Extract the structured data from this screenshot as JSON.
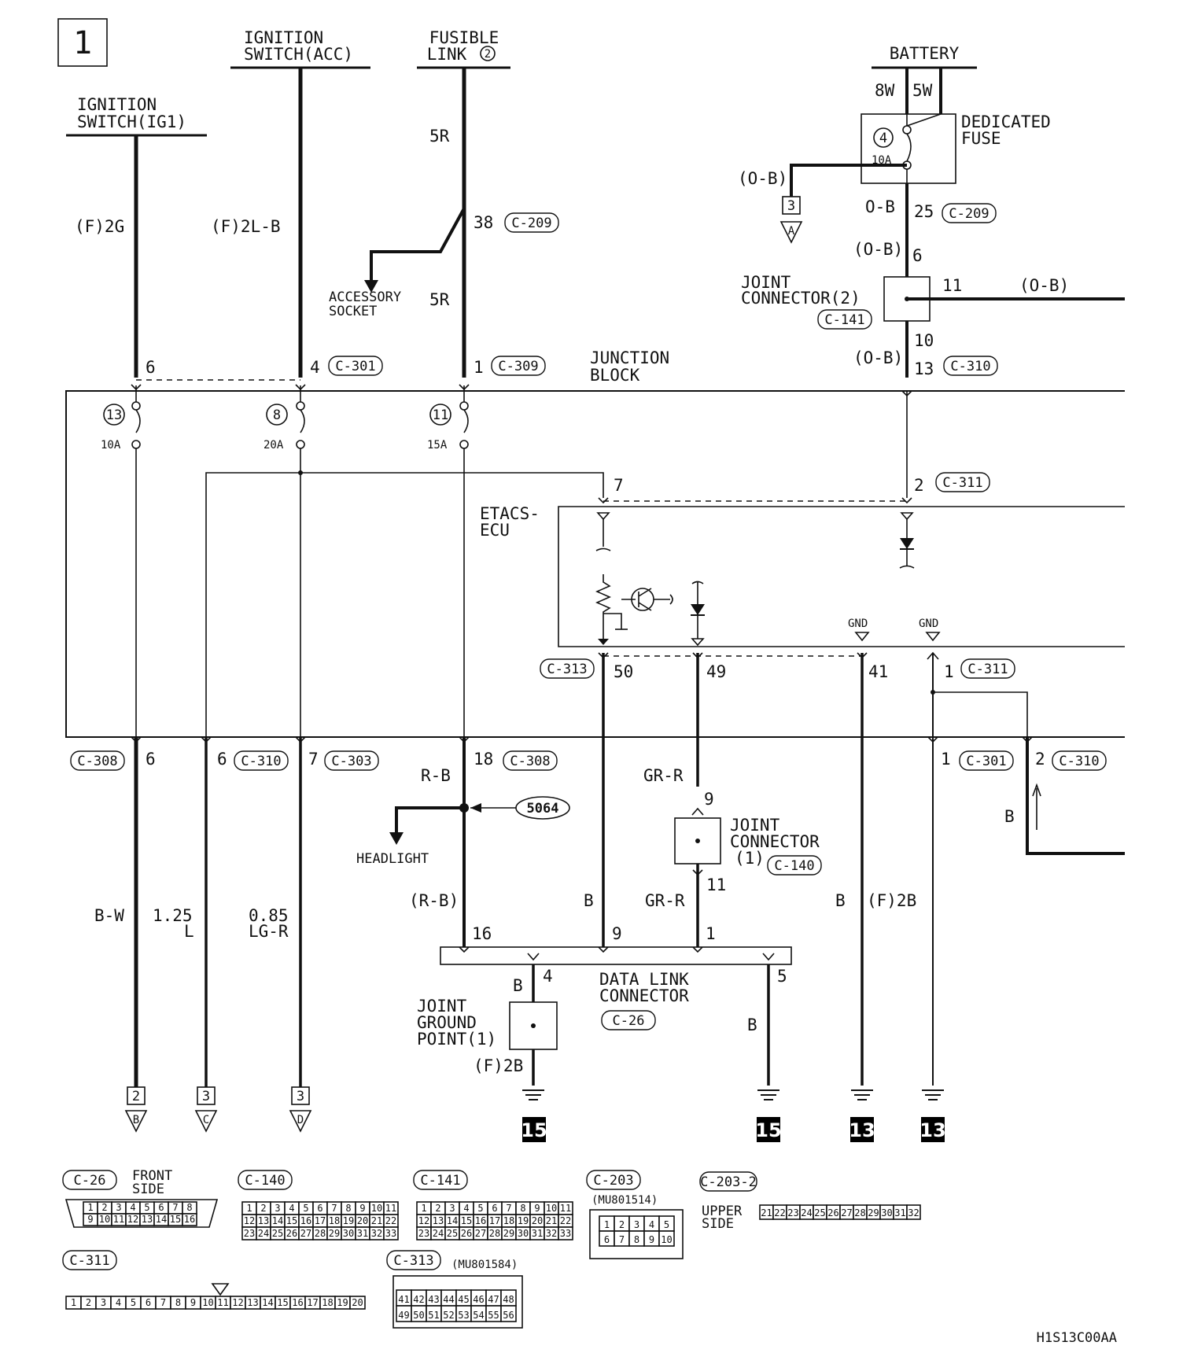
{
  "page_number": "1",
  "diagram_code": "H1S13C00AA",
  "sources": {
    "ignition_ig1": "IGNITION\nSWITCH(IG1)",
    "ignition_acc": "IGNITION\nSWITCH(ACC)",
    "fusible_link_line1": "FUSIBLE",
    "fusible_link_line2": "LINK",
    "fusible_link_num": "2",
    "battery": "BATTERY"
  },
  "wires": {
    "ig1_top": "(F)2G",
    "acc_top": "(F)2L-B",
    "fl_top": "5R",
    "fl_mid": "5R",
    "batt_8w": "8W",
    "batt_5w": "5W",
    "ob_left": "(O-B)",
    "ob_25": "O-B",
    "ob_6": "(O-B)",
    "ob_11": "(O-B)",
    "ob_13": "(O-B)",
    "rb": "R-B",
    "rb_lower": "(R-B)",
    "grr_upper": "GR-R",
    "grr_lower": "GR-R",
    "bw": "B-W",
    "l_size": "1.25",
    "l_color": "L",
    "lgr_size": "0.85",
    "lgr_color": "LG-R",
    "b_9": "B",
    "b_41": "B",
    "f2b_41": "(F)2B",
    "b_4": "B",
    "f2b_4": "(F)2B",
    "b_5": "B",
    "b_310": "B"
  },
  "components": {
    "dedicated_fuse": "DEDICATED\nFUSE",
    "dedicated_fuse_num": "4",
    "dedicated_fuse_amp": "10A",
    "accessory_socket": "ACCESSORY\nSOCKET",
    "joint_connector_2": "JOINT\nCONNECTOR(2)",
    "junction_block": "JUNCTION\nBLOCK",
    "etacs_ecu": "ETACS-\nECU",
    "gnd1": "GND",
    "gnd2": "GND",
    "headlight": "HEADLIGHT",
    "splice": "5064",
    "joint_connector_1_a": "JOINT",
    "joint_connector_1_b": "CONNECTOR",
    "joint_connector_1_c": "(1)",
    "data_link": "DATA LINK\nCONNECTOR",
    "joint_ground": "JOINT\nGROUND\nPOINT(1)",
    "fuse13": "13",
    "fuse13_amp": "10A",
    "fuse8": "8",
    "fuse8_amp": "20A",
    "fuse11": "11",
    "fuse11_amp": "15A"
  },
  "connectors": {
    "c209": "C-209",
    "c209b": "C-209",
    "c141": "C-141",
    "c301": "C-301",
    "c301b": "C-301",
    "c309": "C-309",
    "c310": "C-310",
    "c310b": "C-310",
    "c310c": "C-310",
    "c311": "C-311",
    "c311b": "C-311",
    "c313": "C-313",
    "c308": "C-308",
    "c308b": "C-308",
    "c303": "C-303",
    "c140": "C-140",
    "c26": "C-26"
  },
  "pins": {
    "p38": "38",
    "p25": "25",
    "p6": "6",
    "p11": "11",
    "p10": "10",
    "p13": "13",
    "p6_ig1": "6",
    "p4": "4",
    "p1": "1",
    "p7": "7",
    "p2": "2",
    "p50": "50",
    "p49": "49",
    "p41": "41",
    "p1_311": "1",
    "p6_308": "6",
    "p6_310": "6",
    "p7_303": "7",
    "p18": "18",
    "p9_jc": "9",
    "p11_jc": "11",
    "p1_301": "1",
    "p2_310": "2",
    "p16": "16",
    "p9_dlc": "9",
    "p1_dlc": "1",
    "p4_dlc": "4",
    "p5_dlc": "5"
  },
  "offpage": [
    {
      "num": "3",
      "letter": "A"
    },
    {
      "num": "2",
      "letter": "B"
    },
    {
      "num": "3",
      "letter": "C"
    },
    {
      "num": "3",
      "letter": "D"
    }
  ],
  "grounds": [
    "15",
    "15",
    "13",
    "13"
  ],
  "legend": {
    "c26": "C-26",
    "c26_note": "FRONT\nSIDE",
    "c26_row1": [
      "1",
      "2",
      "3",
      "4",
      "5",
      "6",
      "7",
      "8"
    ],
    "c26_row2": [
      "9",
      "10",
      "11",
      "12",
      "13",
      "14",
      "15",
      "16"
    ],
    "c140": "C-140",
    "c141": "C-141",
    "grid_row1": [
      "1",
      "2",
      "3",
      "4",
      "5",
      "6",
      "7",
      "8",
      "9",
      "10",
      "11"
    ],
    "grid_row2": [
      "12",
      "13",
      "14",
      "15",
      "16",
      "17",
      "18",
      "19",
      "20",
      "21",
      "22"
    ],
    "grid_row3": [
      "23",
      "24",
      "25",
      "26",
      "27",
      "28",
      "29",
      "30",
      "31",
      "32",
      "33"
    ],
    "c203": "C-203",
    "c203_part": "(MU801514)",
    "c203_row1": [
      "1",
      "2",
      "3",
      "4",
      "5"
    ],
    "c203_row2": [
      "6",
      "7",
      "8",
      "9",
      "10"
    ],
    "c2032": "C-203-2",
    "c2032_note": "UPPER\nSIDE",
    "c2032_row": [
      "21",
      "22",
      "23",
      "24",
      "25",
      "26",
      "27",
      "28",
      "29",
      "30",
      "31",
      "32"
    ],
    "c311": "C-311",
    "c311_row": [
      "1",
      "2",
      "3",
      "4",
      "5",
      "6",
      "7",
      "8",
      "9",
      "10",
      "11",
      "12",
      "13",
      "14",
      "15",
      "16",
      "17",
      "18",
      "19",
      "20"
    ],
    "c313": "C-313",
    "c313_part": "(MU801584)",
    "c313_row1": [
      "41",
      "42",
      "43",
      "44",
      "45",
      "46",
      "47",
      "48"
    ],
    "c313_row2": [
      "49",
      "50",
      "51",
      "52",
      "53",
      "54",
      "55",
      "56"
    ]
  }
}
